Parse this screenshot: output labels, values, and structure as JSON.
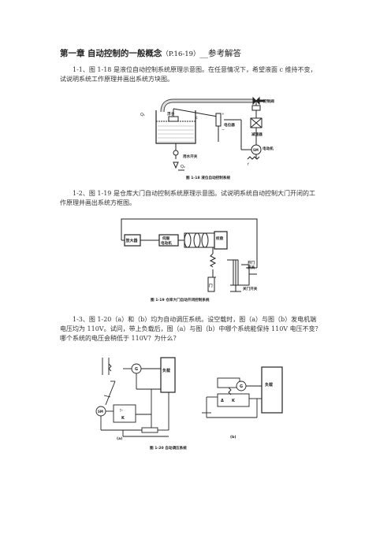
{
  "heading": {
    "chapter": "第一章",
    "title": "自动控制的一般概念",
    "pages": "（P.16-19）",
    "suffix": "__参考解答"
  },
  "q1": {
    "text_line1": "1-1、图 1-18 是液位自动控制系统原理示意图。在任意情况下，希望液面 c 维持不变，",
    "text_line2": "试说明系统工作原理并画出系统方块图。",
    "figure": {
      "labels": {
        "valve": "控制阀",
        "q1": "Q₁",
        "float": "浮子",
        "c": "c",
        "pot": "电位器",
        "reducer": "减速器",
        "switch": "用水开关",
        "motor_sym": "SM",
        "motor": "电动机",
        "q2": "Q₂",
        "f": "f",
        "plus": "+",
        "minus": "−"
      },
      "caption": "图 1-18   液位自动控制系统"
    }
  },
  "q2": {
    "text_line1": "1-2、图 1-19 是仓库大门自动控制系统原理示意图。试说明系统自动控制大门开闭的工",
    "text_line2": "作原理并画出系统方框图。",
    "figure": {
      "labels": {
        "amp": "放大器",
        "motor1": "伺服",
        "motor2": "电动机",
        "drum": "绞盘",
        "door": "门",
        "open1": "开门",
        "open2": "开关",
        "close": "关门开关"
      },
      "caption": "图 1-19   仓库大门自动开闭控制系统"
    }
  },
  "q3": {
    "text_line1": "1-3、图 1-20（a）和（b）均为自动调压系统。设空载时，图（a）与图（b）发电机端",
    "text_line2": "电压均为 110V。试问，带上负载后，图（a）与图（b）中哪个系统能保持 110V 电压不变？",
    "text_line3": "哪个系统的电压会稍低于 110V？为什么？",
    "figure": {
      "labels": {
        "load": "负载",
        "load2": "负载",
        "g": "G",
        "g2": "G",
        "sm": "SM",
        "k": "K",
        "k2": "K",
        "tri": "▷",
        "delta": "Δ",
        "sub_a": "(a)",
        "sub_b": "(b)"
      },
      "caption": "图 1-20   自动调压系统"
    }
  }
}
